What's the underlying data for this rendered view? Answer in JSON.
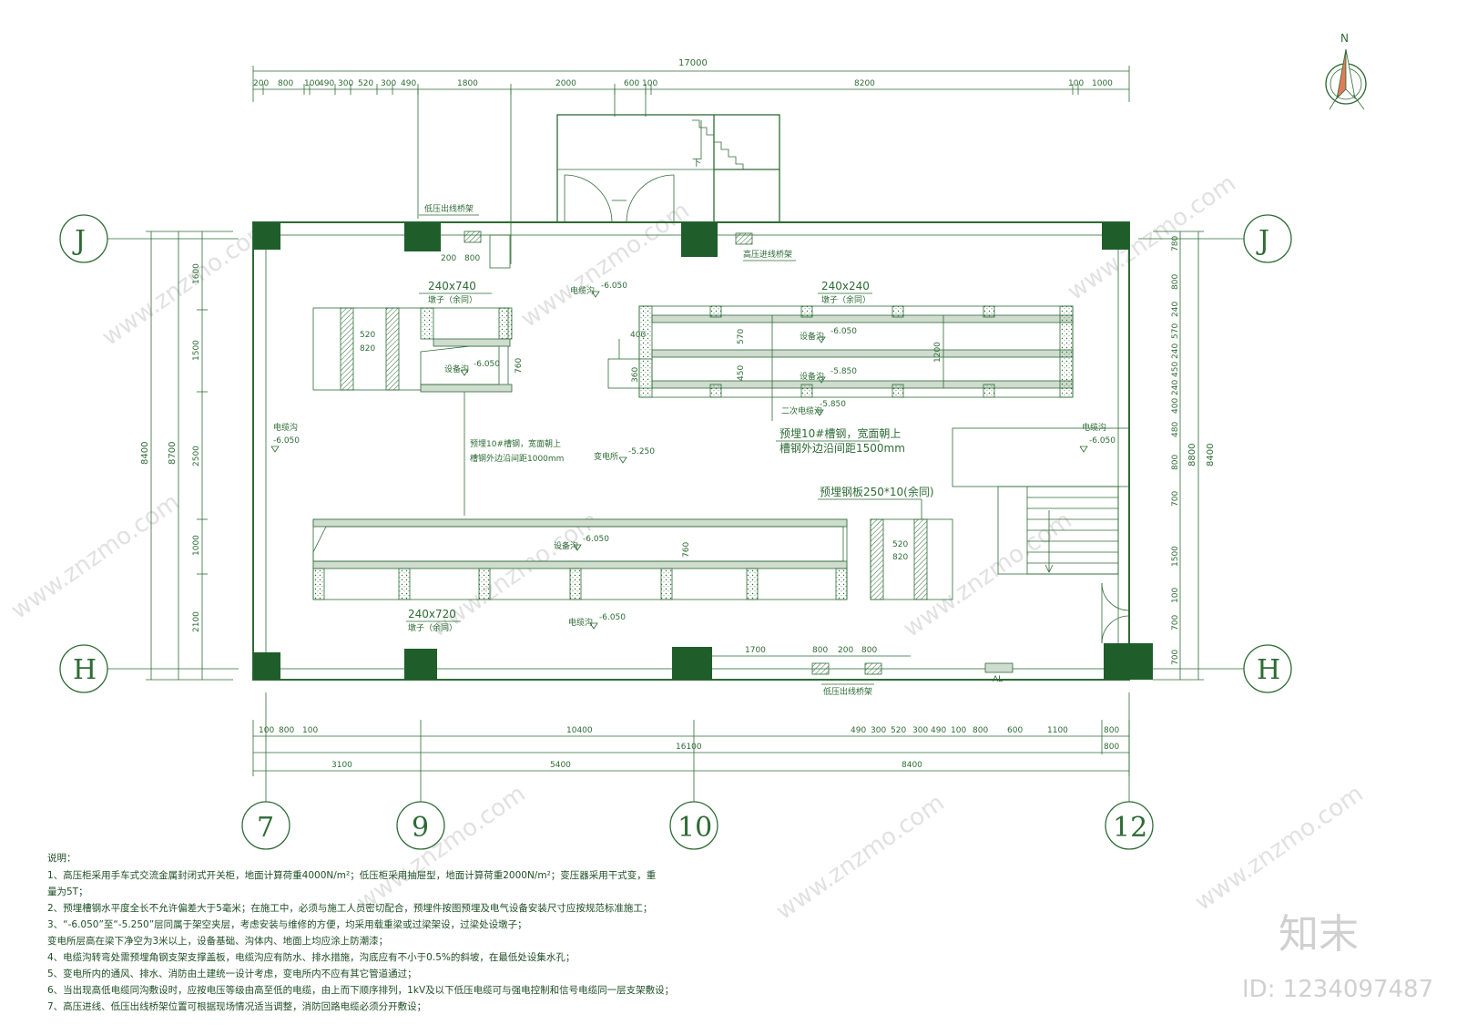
{
  "compass": {
    "north_label": "N"
  },
  "axes": {
    "top_left": "J",
    "top_right": "J",
    "bottom_left": "H",
    "bottom_right": "H",
    "bottom": [
      "7",
      "9",
      "10",
      "12"
    ]
  },
  "dims": {
    "top_total": "17000",
    "top_segments": [
      "200",
      "800",
      "100",
      "490",
      "300",
      "520",
      "300",
      "490",
      "1800",
      "2000",
      "600",
      "100",
      "8200",
      "100",
      "1000"
    ],
    "bottom_row1": [
      "100",
      "800",
      "100",
      "10400",
      "490",
      "300",
      "520",
      "300",
      "490",
      "100",
      "800",
      "600",
      "1100",
      "800"
    ],
    "bottom_row2": [
      "16100",
      "800"
    ],
    "bottom_row3": [
      "3100",
      "5400",
      "8400"
    ],
    "left_outer": "8400",
    "left_mid": "8700",
    "left_segments": [
      "1600",
      "1500",
      "2500",
      "1000",
      "2100"
    ],
    "right_outer": "8400",
    "right_mid": "8800",
    "right_segments": [
      "780",
      "800",
      "240",
      "570",
      "240",
      "450",
      "240",
      "400",
      "480",
      "800",
      "700",
      "1500",
      "100",
      "700",
      "700"
    ],
    "inner": {
      "d200": "200",
      "d800": "800",
      "d520a": "520",
      "d820a": "820",
      "d760a": "760",
      "d400": "400",
      "d360": "360",
      "d570": "570",
      "d450": "450",
      "d1200": "1200",
      "d760b": "760",
      "d520b": "520",
      "d820b": "820",
      "d1700": "1700",
      "d800b": "800",
      "d200b": "200",
      "d800c": "800"
    }
  },
  "labels": {
    "lv_out_top": "低压出线桥架",
    "hv_in": "高压进线桥架",
    "lv_out_bottom": "低压出线桥架",
    "pier1_size": "240x740",
    "pier1_note": "墩子（余同）",
    "pier2_size": "240x240",
    "pier2_note": "墩子（余同）",
    "pier3_size": "240x720",
    "pier3_note": "墩子（余同）",
    "trench_top": "电缆沟",
    "trench_top_level": "-6.050",
    "equip1": "设备沟",
    "equip1_level": "-6.050",
    "equip2": "设备沟",
    "equip2_level": "-6.050",
    "equip3": "设备沟",
    "equip3_level": "-5.850",
    "secondary": "二次电缆沟",
    "secondary_level": "-5.850",
    "steel_a1": "预埋10#槽钢，宽面朝上",
    "steel_a2": "槽钢外边沿间距1000mm",
    "steel_b1": "预埋10#槽钢，宽面朝上",
    "steel_b2": "槽钢外边沿间距1500mm",
    "substation": "变电所",
    "substation_level": "-5.250",
    "trench_left": "电缆沟",
    "trench_left_level": "-6.050",
    "trench_right": "电缆沟",
    "trench_right_level": "-6.050",
    "plate": "预埋钢板250*10(余同)",
    "equip4": "设备沟",
    "equip4_level": "-6.050",
    "trench_bottom": "电缆沟",
    "trench_bottom_level": "-6.050",
    "stair_down": "下",
    "al": "AL"
  },
  "notes": {
    "title": "说明：",
    "lines": [
      "1、高压柜采用手车式交流金属封闭式开关柜，地面计算荷重4000N/m²；低压柜采用抽屉型，地面计算荷重2000N/m²；变压器采用干式变，重",
      "量为5T；",
      "2、预埋槽钢水平度全长不允许偏差大于5毫米；在施工中，必须与施工人员密切配合，预埋件按图预埋及电气设备安装尺寸应按规范标准施工；",
      "3、“-6.050”至“-5.250”层同属于架空夹层，考虑安装与维修的方便，均采用载重梁或过梁架设，过梁处设墩子；",
      "   变电所层高在梁下净空为3米以上，设备基础、沟体内、地面上均应涂上防潮漆；",
      "4、电缆沟转弯处需预埋角钢支架支撑盖板，电缆沟应有防水、排水措施，沟底应有不小于0.5%的斜坡，在最低处设集水孔；",
      "5、变电所内的通风、排水、消防由土建统一设计考虑，变电所内不应有其它管道通过；",
      "6、当出现高低电缆同沟敷设时，应按电压等级由高至低的电缆，由上而下顺序排列，1kV及以下低压电缆可与强电控制和信号电缆同一层支架敷设；",
      "7、高压进线、低压出线桥架位置可根据现场情况适当调整，消防回路电缆必须分开敷设；"
    ]
  },
  "watermark": {
    "site": "www.znzmo.com",
    "brand": "知末",
    "id": "ID: 1234097487"
  }
}
